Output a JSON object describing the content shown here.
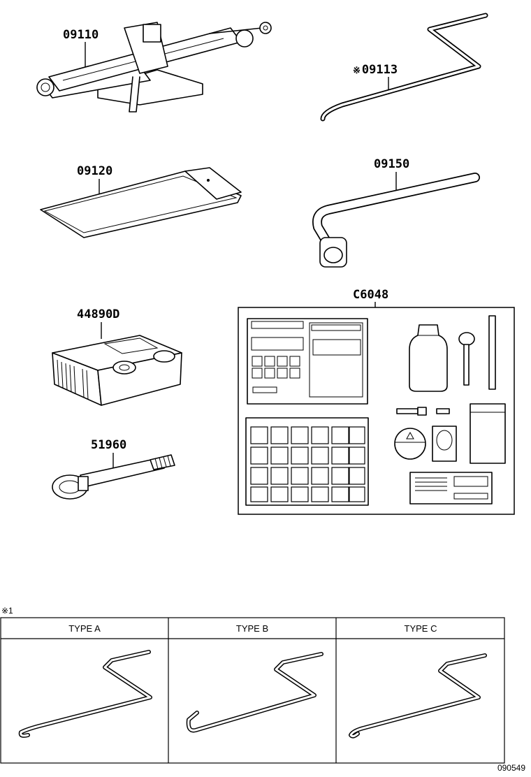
{
  "parts": {
    "jack": "09110",
    "jack_handle": "09113",
    "jack_handle_mark": "※",
    "tool_bag": "09120",
    "wheel_wrench": "09150",
    "repair_kit_case": "44890D",
    "towing_eye": "51960",
    "repair_kit": "C6048"
  },
  "type_table": {
    "note": "※1",
    "headers": [
      "TYPE A",
      "TYPE B",
      "TYPE C"
    ]
  },
  "figure_id": "090549"
}
